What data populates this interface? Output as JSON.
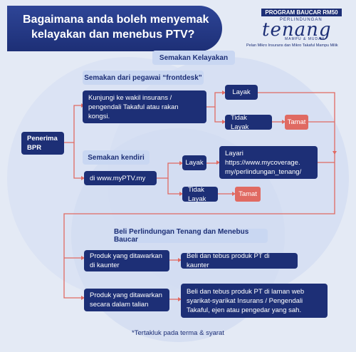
{
  "header": {
    "title_line1": "Bagaimana anda boleh menyemak",
    "title_line2": "kelayakan dan menebus PTV?"
  },
  "logo": {
    "badge": "PROGRAM BAUCAR RM50",
    "sub": "PERLINDUNGAN",
    "script": "tenang",
    "tagline": "MAMPU & MUDAH",
    "line": "Pelan Mikro Insurans dan Mikro Takaful Mampu Milik"
  },
  "flow": {
    "semakan_kelayakan": "Semakan Kelayakan",
    "semakan_frontdesk": "Semakan dari pegawai “frontdesk”",
    "kunjungi": "Kunjungi ke wakil insurans / pengendali Takaful atau rakan kongsi.",
    "layak": "Layak",
    "tidak_layak": "Tidak Layak",
    "tamat": "Tamat",
    "penerima": "Penerima BPR",
    "semakan_kendiri": "Semakan kendiri",
    "di_myptv": "di www.myPTV.my",
    "layari": "Layari https://www.mycoverage. my/perlindungan_tenang/",
    "beli_header": "Beli Perlindungan Tenang dan Menebus Baucar",
    "produk_kaunter": "Produk yang ditawarkan di kaunter",
    "beli_kaunter": "Beli dan tebus produk PT di kaunter",
    "produk_talian": "Produk yang ditawarkan secara dalam talian",
    "beli_talian": "Beli dan tebus produk PT di laman web syarikat-syarikat Insurans / Pengendali Takaful, ejen atau pengedar yang sah."
  },
  "footnote": "*Tertakluk pada terma & syarat",
  "colors": {
    "navy": "#1d2f76",
    "light_blue": "#c9d7f2",
    "red": "#e06a62",
    "background": "#e4eaf5"
  }
}
